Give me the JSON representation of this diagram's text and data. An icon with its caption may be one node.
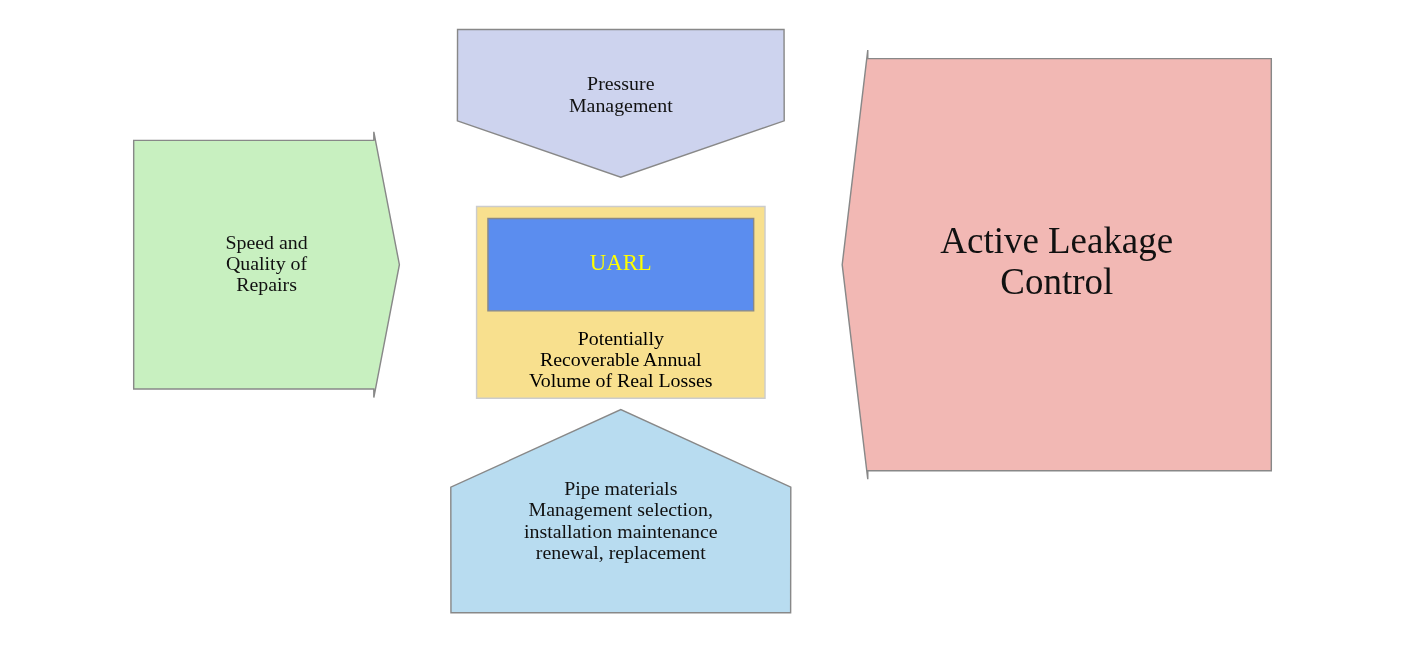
{
  "diagram": {
    "nodes": [
      {
        "text": [
          "Pressure Management"
        ]
      },
      {
        "text": [
          "Speed and Quality of Repairs"
        ]
      },
      {
        "text": [
          "Potentially Recoverable Annual Volume of Real Losses"
        ]
      },
      {
        "text": [
          "UARL"
        ],
        "in": 2
      },
      {
        "text": [
          "Active Leakage Control"
        ]
      },
      {
        "text": [
          "Pipe materials Management selection, installation maintenance renewal, replacement"
        ]
      }
    ]
  }
}
